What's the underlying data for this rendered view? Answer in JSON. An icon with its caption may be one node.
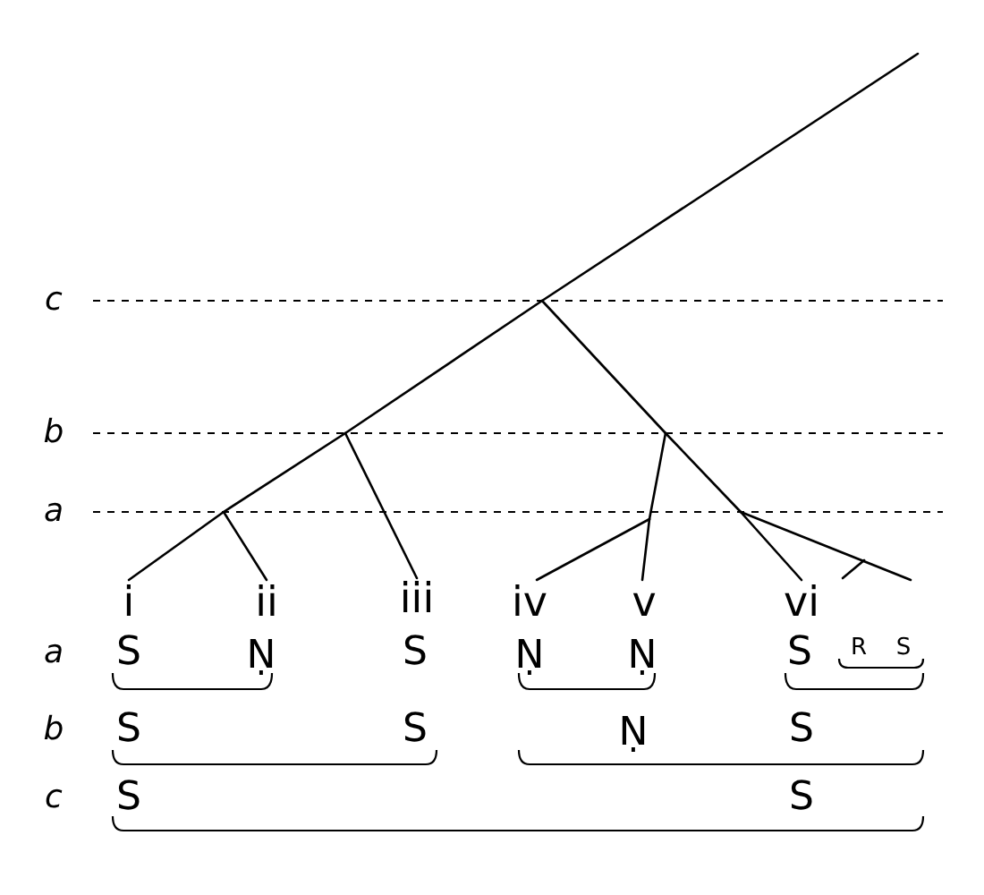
{
  "diagram": {
    "nodes": [
      {
        "text": [
          "i"
        ]
      },
      {
        "text": [
          "ii"
        ]
      },
      {
        "text": [
          "iii"
        ]
      },
      {
        "text": [
          "iv"
        ]
      },
      {
        "text": [
          "v"
        ]
      },
      {
        "text": [
          "vi"
        ]
      }
    ],
    "edges": [
      {
        "from": null,
        "to": 0,
        "arrow": "none"
      },
      {
        "from": null,
        "to": 1,
        "arrow": "none"
      },
      {
        "from": null,
        "to": 2,
        "arrow": "none"
      },
      {
        "from": null,
        "to": 3,
        "arrow": "none"
      },
      {
        "from": null,
        "to": 4,
        "arrow": "none"
      },
      {
        "from": null,
        "to": 5,
        "arrow": "none"
      }
    ],
    "labels": [
      "c",
      "b",
      "a",
      "a",
      "S",
      "Ṇ",
      "S",
      "Ṇ",
      "Ṇ",
      "S",
      "R",
      "S",
      "b",
      "S",
      "S",
      "Ṇ",
      "S",
      "c",
      "S",
      "S"
    ]
  }
}
